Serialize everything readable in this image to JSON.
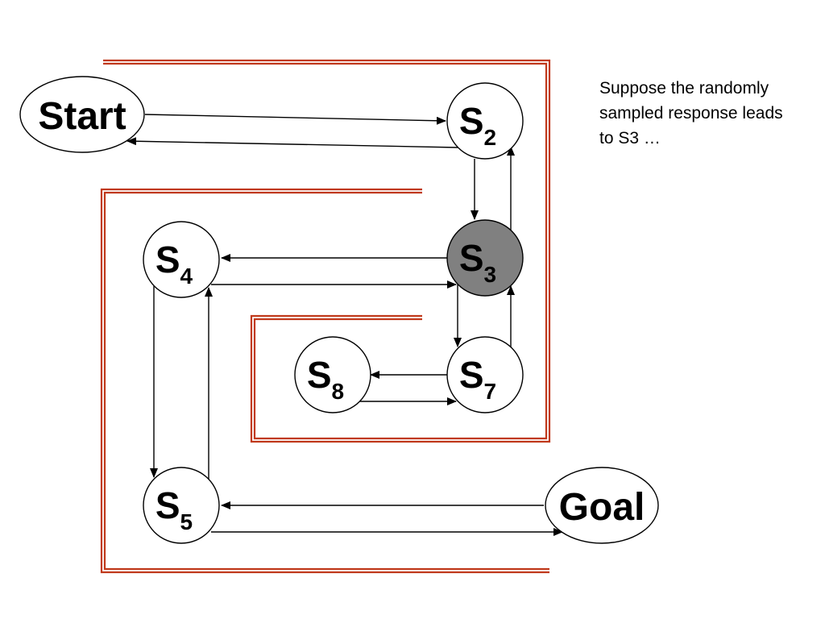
{
  "colors": {
    "wall": "#c0391b",
    "node_fill": "#ffffff",
    "highlight_fill": "#808080",
    "stroke": "#000000"
  },
  "nodes": {
    "start": {
      "label": "Start"
    },
    "s2": {
      "label": "S",
      "sub": "2"
    },
    "s3": {
      "label": "S",
      "sub": "3",
      "highlighted": true
    },
    "s4": {
      "label": "S",
      "sub": "4"
    },
    "s5": {
      "label": "S",
      "sub": "5"
    },
    "s7": {
      "label": "S",
      "sub": "7"
    },
    "s8": {
      "label": "S",
      "sub": "8"
    },
    "goal": {
      "label": "Goal"
    }
  },
  "caption": "Suppose the randomly sampled response leads to S3 …"
}
